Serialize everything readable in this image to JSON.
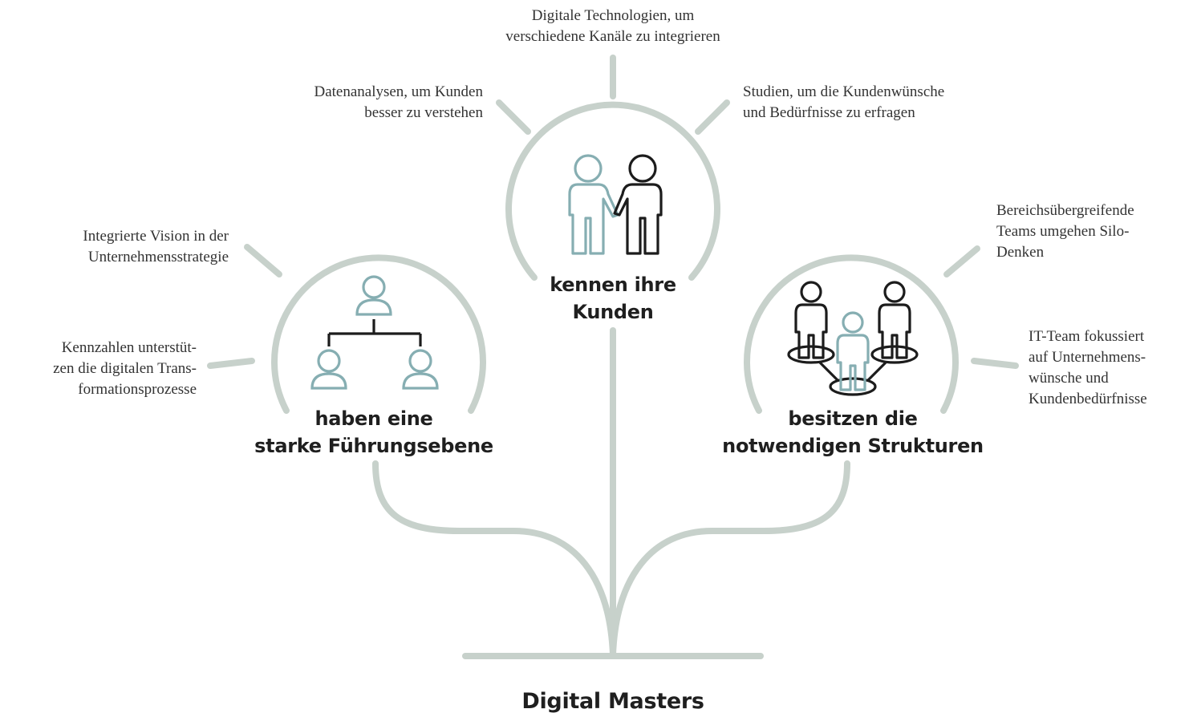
{
  "colors": {
    "branch": "#c7d1cb",
    "icon_teal": "#86aeb2",
    "icon_dark": "#1c1c1c",
    "text": "#333333"
  },
  "root": {
    "label": "Digital Masters"
  },
  "branches": {
    "left": {
      "title": "haben eine\nstarke Führungsebene",
      "icon": "org-chart-icon"
    },
    "center": {
      "title": "kennen ihre\nKunden",
      "icon": "holding-hands-people-icon"
    },
    "right": {
      "title": "besitzen die\nnotwendigen Strukturen",
      "icon": "connected-team-icon"
    }
  },
  "notes": {
    "center_top": "Digitale Technologien, um\nverschiedene Kanäle zu integrieren",
    "center_left": "Datenanalysen, um Kunden\nbesser zu verstehen",
    "center_right": "Studien, um die Kundenwünsche\nund Bedürfnisse zu erfragen",
    "left_upper": "Integrierte Vision in der\nUnternehmensstrategie",
    "left_lower": "Kennzahlen unterstüt-\nzen die digitalen Trans-\nformationsprozesse",
    "right_upper": "Bereichsübergreifende\nTeams umgehen Silo-\nDenken",
    "right_lower": "IT-Team fokussiert\nauf Unternehmens-\nwünsche und\nKundenbedürfnisse"
  }
}
